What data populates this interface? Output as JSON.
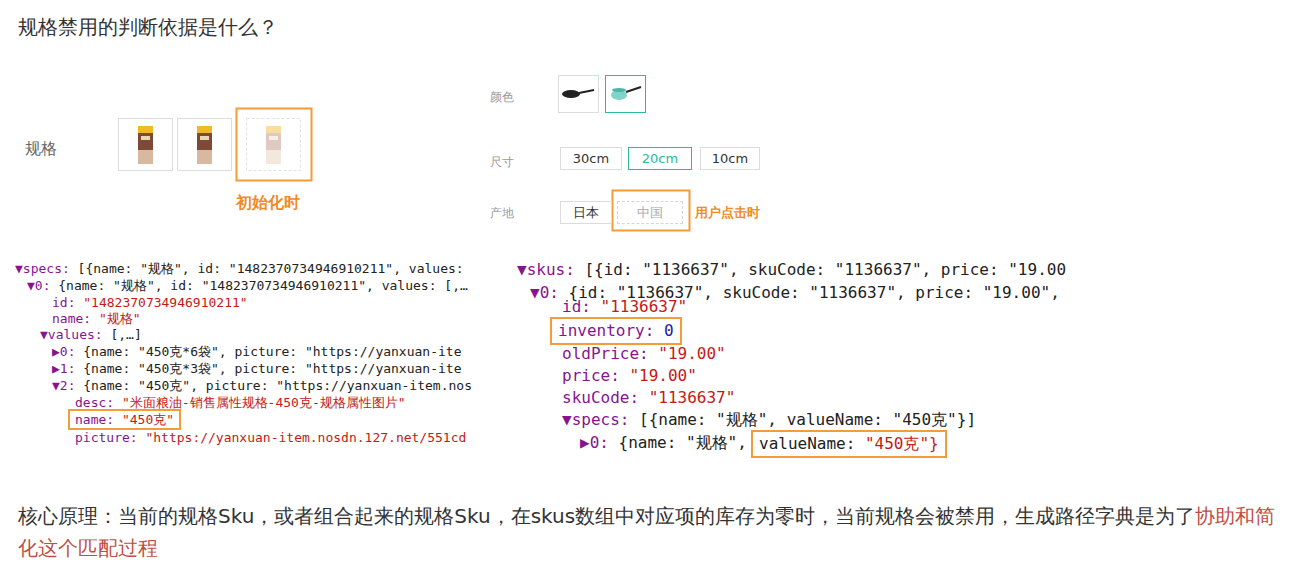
{
  "diagram": {
    "title": "规格禁用的判断依据是什么？",
    "nodes": [
      {
        "text": [
          "30cm"
        ]
      },
      {
        "text": [
          "20cm"
        ]
      },
      {
        "text": [
          "10cm"
        ]
      },
      {
        "text": [
          "日本"
        ]
      },
      {
        "text": [
          "中国"
        ]
      },
      {
        "text": [
          "name:",
          "\"450克\""
        ]
      },
      {
        "text": [
          "inventory:",
          "0"
        ]
      },
      {
        "text": [
          "valueName:",
          "\"450克\"}"
        ]
      }
    ],
    "labels": [
      "规格",
      "初始化时",
      "颜色",
      "尺寸",
      "产地",
      "用户点击时",
      "▼specs:",
      "[{name: \"规格\", id: \"1482370734946910211\", values:",
      "▼0:",
      "{name: \"规格\", id: \"1482370734946910211\", values: [,…",
      "id:",
      "\"1482370734946910211\"",
      "name:",
      "\"规格\"",
      "▼values:",
      "[,…]",
      "▶0:",
      "{name: \"450克*6袋\", picture: \"https://yanxuan-ite",
      "▶1:",
      "{name: \"450克*3袋\", picture: \"https://yanxuan-ite",
      "▼2:",
      "{name: \"450克\", picture: \"https://yanxuan-item.nos",
      "desc:",
      "\"米面粮油-销售属性规格-450克-规格属性图片\"",
      "picture:",
      "\"https://yanxuan-item.nosdn.127.net/551cd",
      "▼skus:",
      "[{id: \"1136637\", skuCode: \"1136637\", price: \"19.00",
      "▼0:",
      "{id: \"1136637\", skuCode: \"1136637\", price: \"19.00\",",
      "id:",
      "\"1136637\"",
      "oldPrice:",
      "\"19.00\"",
      "price:",
      "\"19.00\"",
      "skuCode:",
      "\"1136637\"",
      "▼specs:",
      "[{name: \"规格\", valueName: \"450克\"}]",
      "▶0:",
      "{name: \"规格\",",
      "核心原理：当前的规格Sku，或者组合起来的规格Sku，在skus数组中对应项的库存为零时，当前规格会被禁用，生成路径字典是为了",
      "协助和简化这个匹配过程"
    ]
  }
}
